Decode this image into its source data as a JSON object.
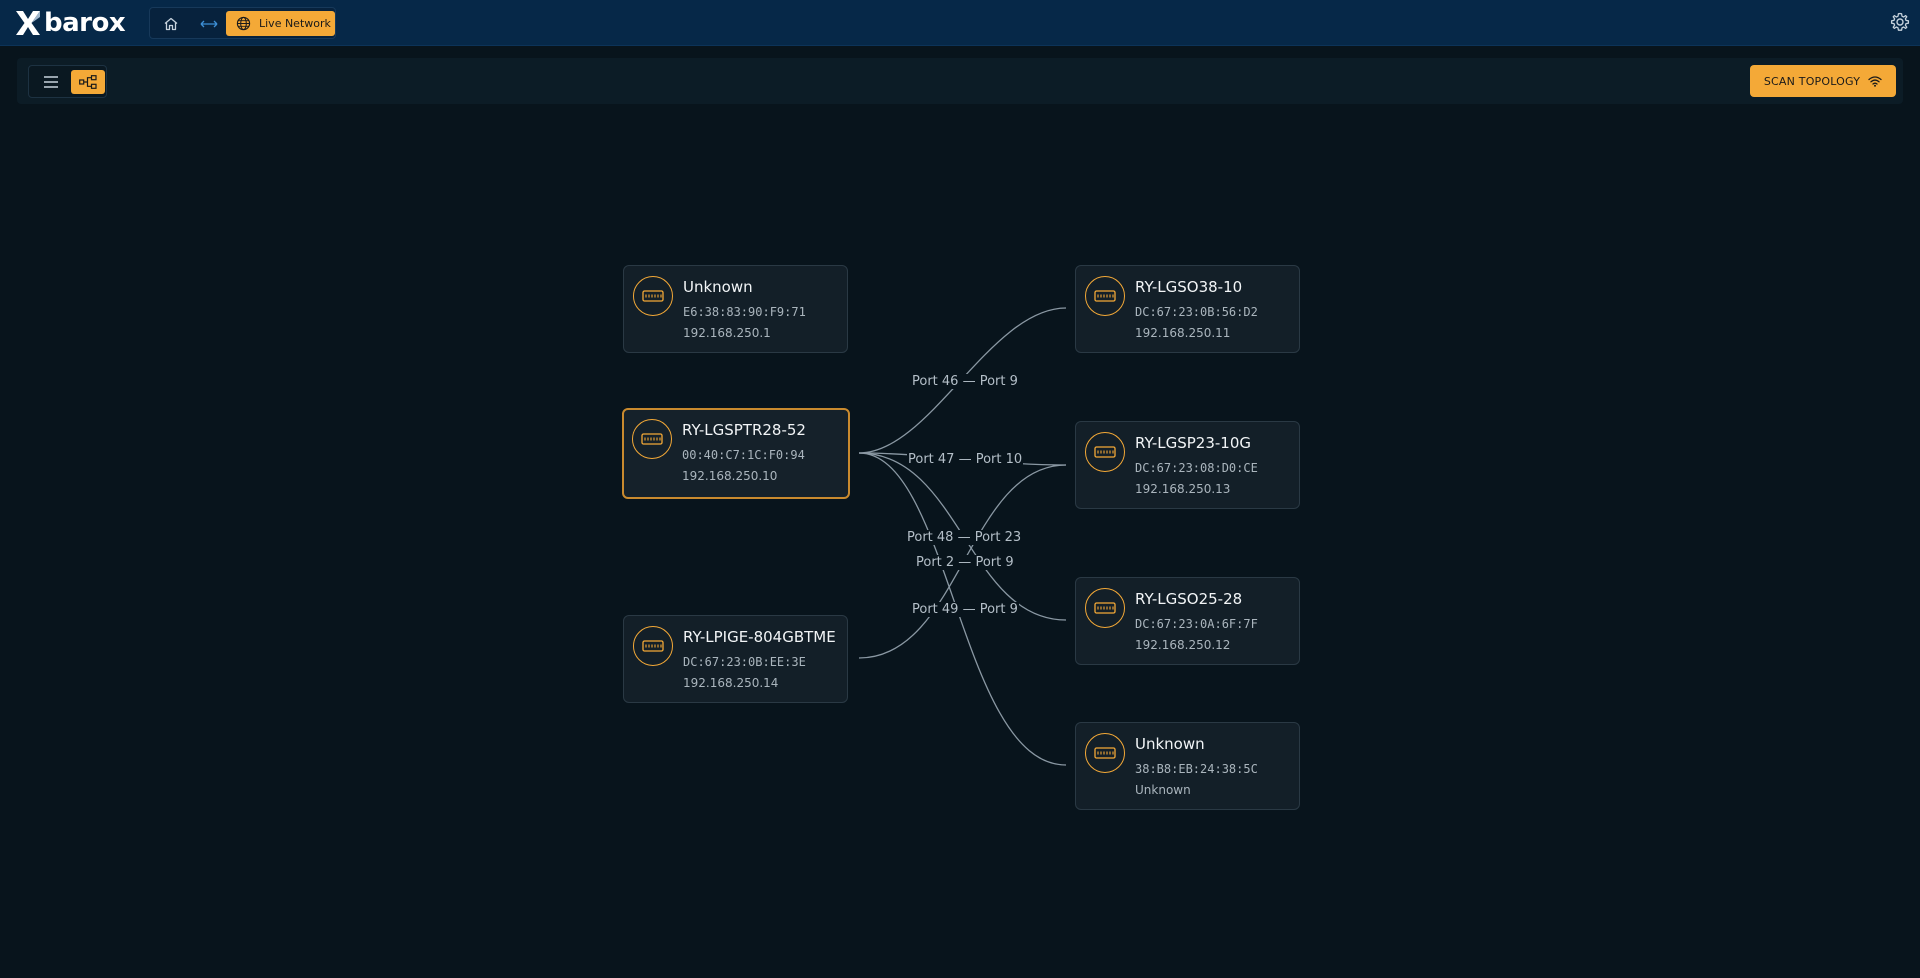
{
  "header": {
    "logo_text": "barox",
    "nav": {
      "home_icon": "home-icon",
      "link_icon": "arrows-horizontal-icon",
      "live_label": "Live Network",
      "live_icon": "globe-icon"
    },
    "settings_icon": "gear-icon"
  },
  "toolbar": {
    "view_list_icon": "list-icon",
    "view_topology_icon": "topology-icon",
    "active_view": "topology",
    "scan_label": "SCAN TOPOLOGY",
    "scan_icon": "wifi-icon"
  },
  "colors": {
    "accent": "#f4a937",
    "background": "#08141c",
    "header": "#062848",
    "node": "#131f28",
    "link": "#8a98a3"
  },
  "topology": {
    "nodes": [
      {
        "name": "Unknown",
        "mac": "E6:38:83:90:F9:71",
        "ip": "192.168.250.1",
        "icon": "switch-icon"
      },
      {
        "name": "RY-LGSPTR28-52",
        "mac": "00:40:C7:1C:F0:94",
        "ip": "192.168.250.10",
        "icon": "switch-icon",
        "selected": true
      },
      {
        "name": "RY-LPIGE-804GBTME",
        "mac": "DC:67:23:0B:EE:3E",
        "ip": "192.168.250.14",
        "icon": "switch-icon"
      },
      {
        "name": "RY-LGSO38-10",
        "mac": "DC:67:23:0B:56:D2",
        "ip": "192.168.250.11",
        "icon": "switch-icon"
      },
      {
        "name": "RY-LGSP23-10G",
        "mac": "DC:67:23:08:D0:CE",
        "ip": "192.168.250.13",
        "icon": "switch-icon"
      },
      {
        "name": "RY-LGSO25-28",
        "mac": "DC:67:23:0A:6F:7F",
        "ip": "192.168.250.12",
        "icon": "switch-icon"
      },
      {
        "name": "Unknown",
        "mac": "38:B8:EB:24:38:5C",
        "ip": "Unknown",
        "icon": "switch-icon"
      }
    ],
    "links": [
      {
        "label": "Port 46 — Port 9",
        "from": "RY-LGSPTR28-52",
        "to": "RY-LGSO38-10"
      },
      {
        "label": "Port 47 — Port 10",
        "from": "RY-LGSPTR28-52",
        "to": "RY-LGSP23-10G"
      },
      {
        "label": "Port 48 — Port 23",
        "from": "RY-LGSPTR28-52",
        "to": "RY-LGSO25-28"
      },
      {
        "label": "Port 2 — Port 9",
        "from": "RY-LPIGE-804GBTME",
        "to": "RY-LGSP23-10G"
      },
      {
        "label": "Port 49 — Port 9",
        "from": "RY-LGSPTR28-52",
        "to": "Unknown"
      }
    ]
  }
}
